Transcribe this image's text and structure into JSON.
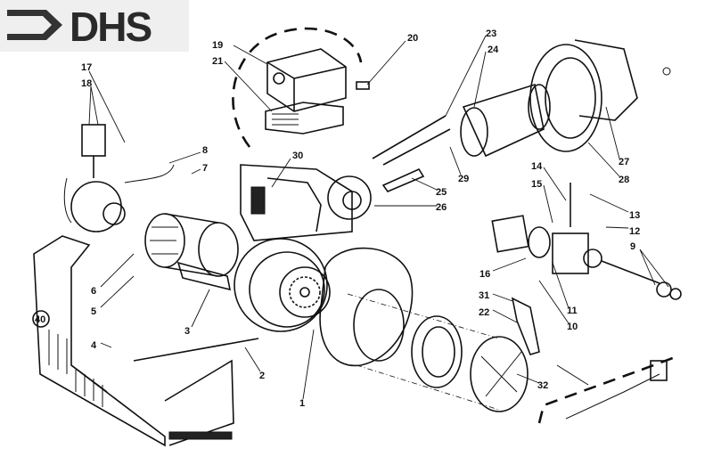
{
  "logo": {
    "text": "DHS"
  },
  "cover_badge": "40",
  "part_labels": [
    "1",
    "2",
    "3",
    "4",
    "5",
    "6",
    "7",
    "8",
    "9",
    "10",
    "11",
    "12",
    "13",
    "14",
    "15",
    "16",
    "17",
    "18",
    "19",
    "20",
    "21",
    "22",
    "23",
    "24",
    "25",
    "26",
    "27",
    "28",
    "29",
    "30",
    "31",
    "32"
  ]
}
